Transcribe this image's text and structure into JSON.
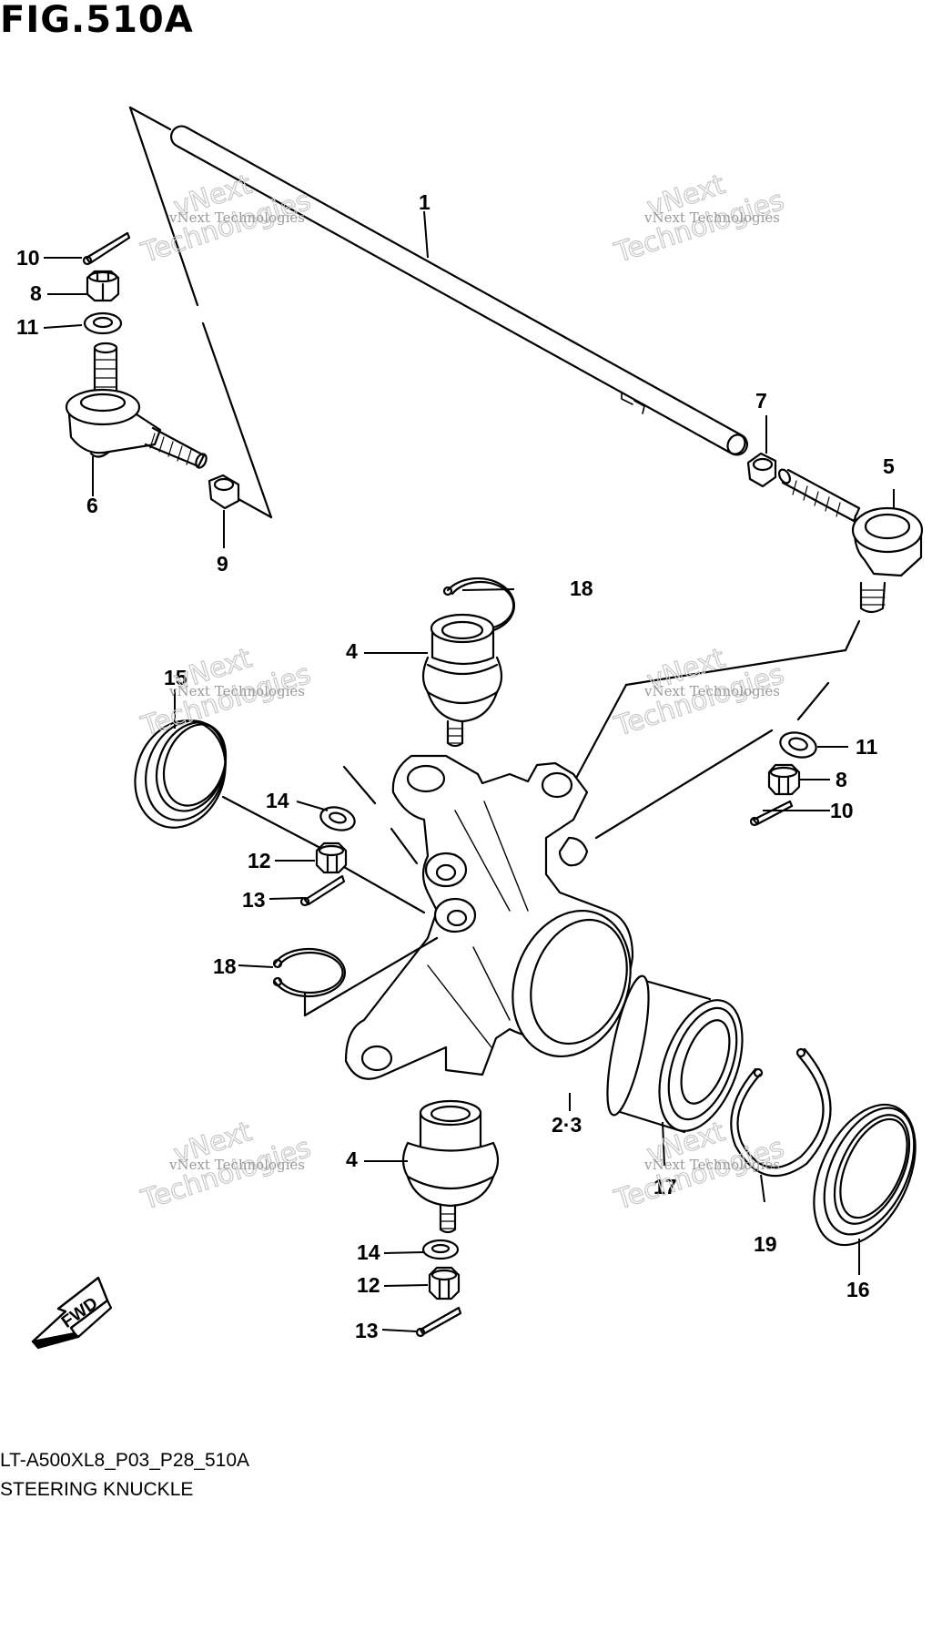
{
  "figure": {
    "id": "FIG.510A",
    "model_code": "LT-A500XL8_P03_P28_510A",
    "section": "STEERING KNUCKLE"
  },
  "callouts": [
    "1",
    "2·3",
    "4",
    "4",
    "5",
    "6",
    "7",
    "8",
    "8",
    "9",
    "10",
    "10",
    "11",
    "11",
    "12",
    "12",
    "13",
    "13",
    "14",
    "14",
    "15",
    "16",
    "17",
    "18",
    "18",
    "19"
  ],
  "fwd_label": "FWD",
  "watermark": {
    "line1": "vNext Technologies",
    "brand_a": "vNext",
    "brand_b": "Technologies"
  },
  "colors": {
    "ink": "#000000",
    "watermark": "#bdbdbd",
    "background": "#ffffff"
  }
}
